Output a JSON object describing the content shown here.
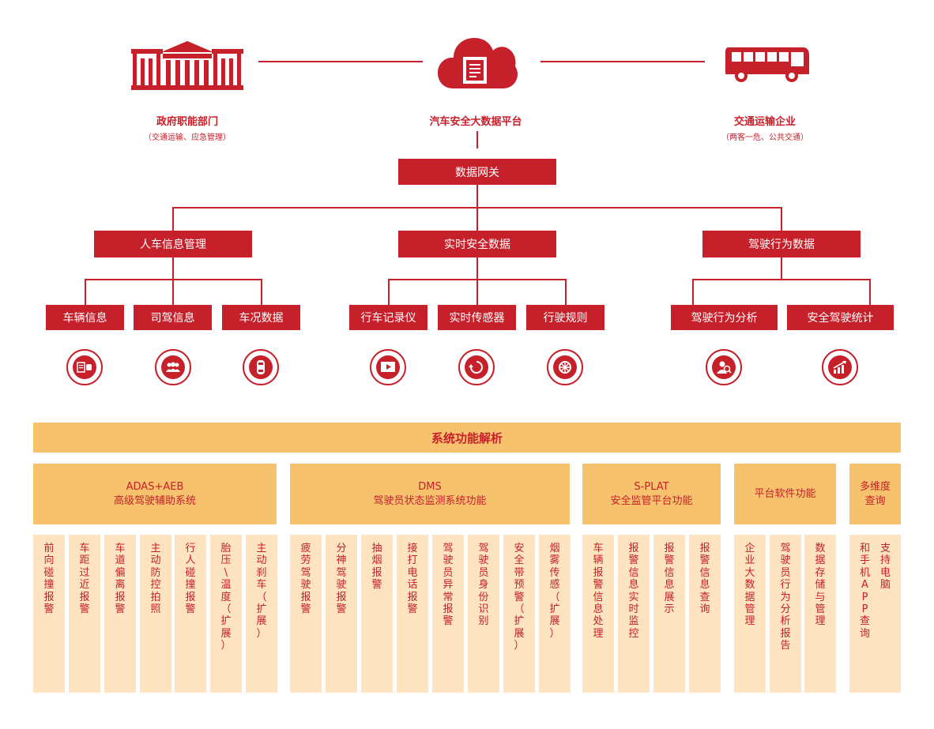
{
  "top": {
    "gov": {
      "title": "政府职能部门",
      "sub": "（交通运输、应急管理）"
    },
    "platform": {
      "title": "汽车安全大数据平台"
    },
    "enterprise": {
      "title": "交通运输企业",
      "sub": "（两客一危、公共交通）"
    }
  },
  "gateway": "数据网关",
  "level2": [
    "人车信息管理",
    "实时安全数据",
    "驾驶行为数据"
  ],
  "level3": [
    "车辆信息",
    "司驾信息",
    "车况数据",
    "行车记录仪",
    "实时传感器",
    "行驶规则",
    "驾驶行为分析",
    "安全驾驶统计"
  ],
  "icons": [
    "vehicle-info-icon",
    "driver-group-icon",
    "car-top-icon",
    "video-recorder-icon",
    "sensor-refresh-icon",
    "wheel-rule-icon",
    "driver-analysis-icon",
    "growth-chart-icon"
  ],
  "colors": {
    "red": "#c6202b",
    "banner": "#f7c26d",
    "cell": "#fde3c0"
  },
  "banner": "系统功能解析",
  "categories": [
    {
      "line1": "ADAS+AEB",
      "line2": "高级驾驶辅助系统"
    },
    {
      "line1": "DMS",
      "line2": "驾驶员状态监测系统功能"
    },
    {
      "line1": "S-PLAT",
      "line2": "安全监管平台功能"
    },
    {
      "line1": "平台软件功能",
      "line2": ""
    },
    {
      "line1": "多维度",
      "line2": "查询"
    }
  ],
  "columns": [
    [
      "前向碰撞报警"
    ],
    [
      "车距过近报警"
    ],
    [
      "车道偏离报警"
    ],
    [
      "主动防控拍照"
    ],
    [
      "行人碰撞报警"
    ],
    [
      "胎压\\温度（扩展）"
    ],
    [
      "主动刹车（扩展）"
    ],
    [
      "疲劳驾驶报警"
    ],
    [
      "分神驾驶报警"
    ],
    [
      "抽烟报警"
    ],
    [
      "接打电话报警"
    ],
    [
      "驾驶员异常报警"
    ],
    [
      "驾驶员身份识别"
    ],
    [
      "安全带预警（扩展）"
    ],
    [
      "烟雾传感（扩展）"
    ],
    [
      "车辆报警信息处理"
    ],
    [
      "报警信息实时监控"
    ],
    [
      "报警信息展示"
    ],
    [
      "报警信息查询"
    ],
    [
      "企业大数据管理"
    ],
    [
      "驾驶员行为分析报告"
    ],
    [
      "数据存储与管理"
    ],
    [
      "和手机APP查询",
      "支持电脑"
    ]
  ]
}
